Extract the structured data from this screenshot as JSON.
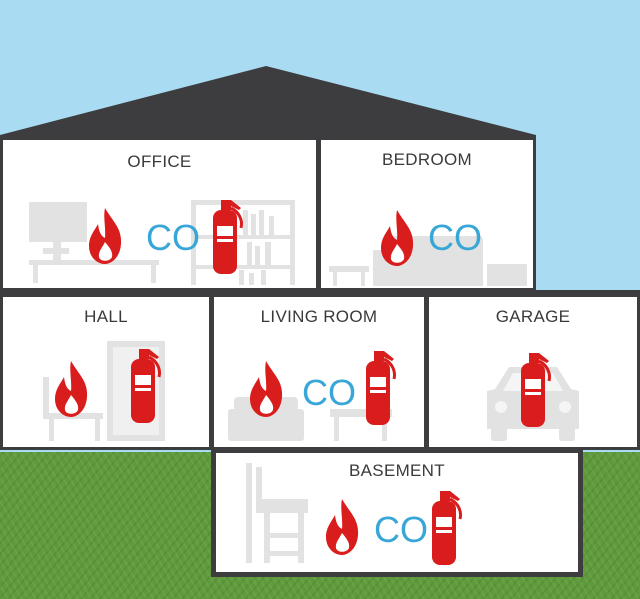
{
  "rooms": {
    "office": {
      "label": "OFFICE",
      "co": "CO"
    },
    "bedroom": {
      "label": "BEDROOM",
      "co": "CO"
    },
    "hall": {
      "label": "HALL"
    },
    "living_room": {
      "label": "LIVING ROOM",
      "co": "CO"
    },
    "garage": {
      "label": "GARAGE"
    },
    "basement": {
      "label": "BASEMENT",
      "co": "CO"
    }
  },
  "colors": {
    "sky": "#a9dcf2",
    "grass": "#5f9b3c",
    "house": "#3d3d3f",
    "flame": "#d91c1c",
    "extinguisher": "#d91c1c",
    "co_text": "#38a7d8",
    "furniture": "#e2e2e2"
  },
  "icons": [
    "flame-icon",
    "fire-extinguisher-icon",
    "carbon-monoxide-icon"
  ]
}
